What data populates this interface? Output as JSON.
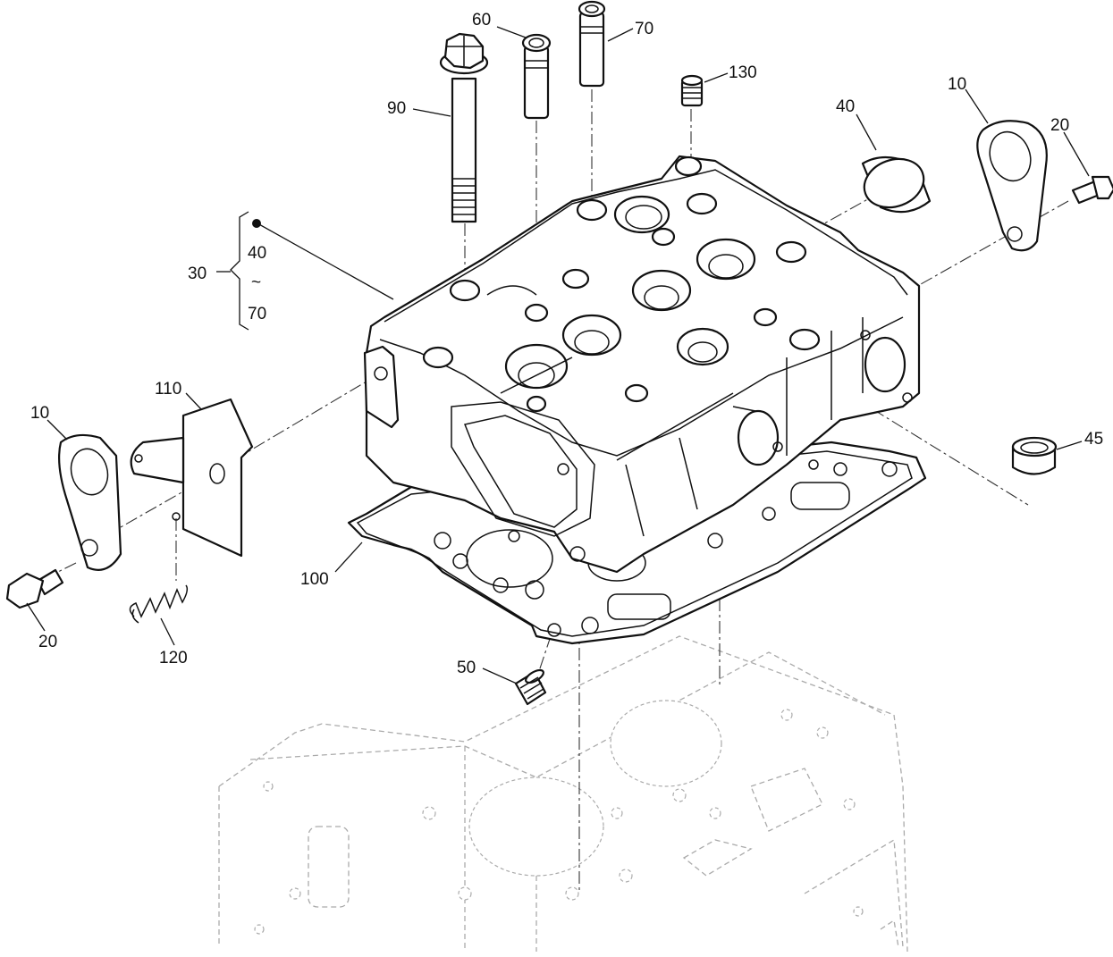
{
  "callouts": {
    "c60": "60",
    "c70": "70",
    "c130": "130",
    "c90": "90",
    "c40_top": "40",
    "c10_right": "10",
    "c20_right": "20",
    "c30": "30",
    "c40_range": "40",
    "tilde": "~",
    "c70_range": "70",
    "c110": "110",
    "c10_left": "10",
    "c45": "45",
    "c100": "100",
    "c20_left": "20",
    "c120": "120",
    "c50": "50"
  }
}
